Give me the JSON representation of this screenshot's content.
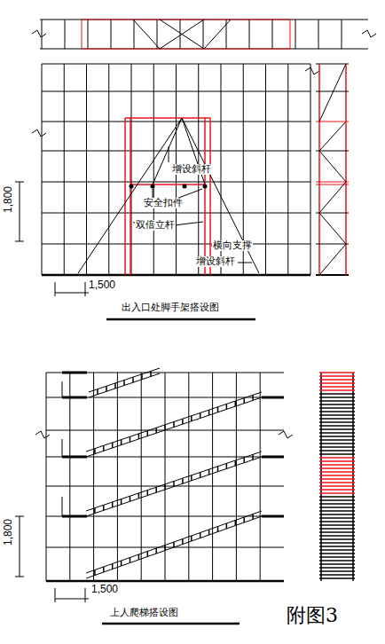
{
  "diagram": {
    "caption": "附图3",
    "labels": [
      "增设斜杆",
      "安全扣件",
      "双倍立杆",
      "横向支撑",
      "增设斜杆",
      "1,800",
      "1,500",
      "出入口处脚手架搭设图",
      "1,800",
      "1,500",
      "上人爬梯搭设图"
    ]
  }
}
